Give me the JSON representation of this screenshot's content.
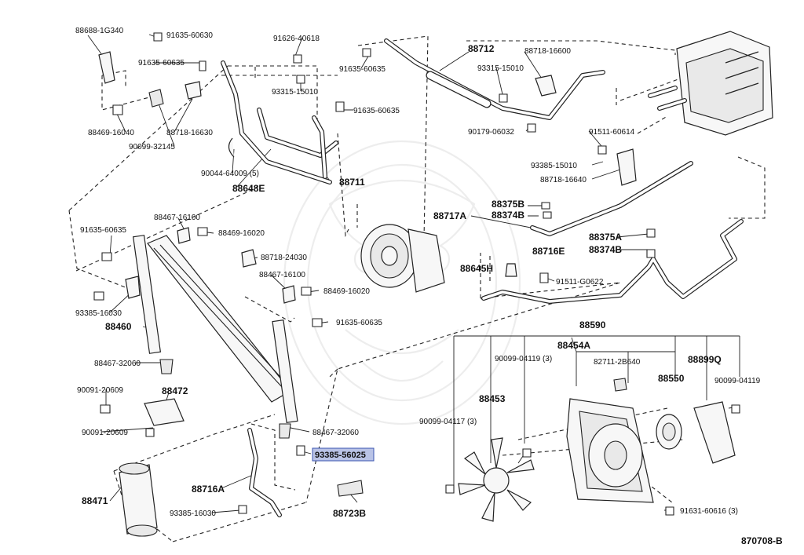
{
  "diagram": {
    "reference_code": "870708-B",
    "highlighted_part": "93385-56025",
    "labels": [
      {
        "id": "l-88688-1G340",
        "text": "88688-1G340",
        "size": "s"
      },
      {
        "id": "l-91635-60630",
        "text": "91635-60630",
        "size": "s"
      },
      {
        "id": "l-91626-40618",
        "text": "91626-40618",
        "size": "s"
      },
      {
        "id": "l-91635-60635-a",
        "text": "91635-60635",
        "size": "s"
      },
      {
        "id": "l-93315-15010-a",
        "text": "93315-15010",
        "size": "s"
      },
      {
        "id": "l-88469-16040",
        "text": "88469-16040",
        "size": "s"
      },
      {
        "id": "l-88718-16630",
        "text": "88718-16630",
        "size": "s"
      },
      {
        "id": "l-90099-32145",
        "text": "90099-32145",
        "size": "s"
      },
      {
        "id": "l-90044-64009",
        "text": "90044-64009 (5)",
        "size": "s"
      },
      {
        "id": "l-88648E",
        "text": "88648E",
        "size": "b"
      },
      {
        "id": "l-88711",
        "text": "88711",
        "size": "b"
      },
      {
        "id": "l-91635-60635-b",
        "text": "91635-60635",
        "size": "s"
      },
      {
        "id": "l-91635-60635-c",
        "text": "91635-60635",
        "size": "s"
      },
      {
        "id": "l-88712",
        "text": "88712",
        "size": "b"
      },
      {
        "id": "l-88718-16600",
        "text": "88718-16600",
        "size": "s"
      },
      {
        "id": "l-93315-15010-b",
        "text": "93315-15010",
        "size": "s"
      },
      {
        "id": "l-90179-06032",
        "text": "90179-06032",
        "size": "s"
      },
      {
        "id": "l-91511-60614",
        "text": "91511-60614",
        "size": "s"
      },
      {
        "id": "l-93385-15010",
        "text": "93385-15010",
        "size": "s"
      },
      {
        "id": "l-88718-16640",
        "text": "88718-16640",
        "size": "s"
      },
      {
        "id": "l-88375B",
        "text": "88375B",
        "size": "b"
      },
      {
        "id": "l-88374B-a",
        "text": "88374B",
        "size": "b"
      },
      {
        "id": "l-88717A",
        "text": "88717A",
        "size": "b"
      },
      {
        "id": "l-88375A",
        "text": "88375A",
        "size": "b"
      },
      {
        "id": "l-88716E",
        "text": "88716E",
        "size": "b"
      },
      {
        "id": "l-88374B-b",
        "text": "88374B",
        "size": "b"
      },
      {
        "id": "l-88645H",
        "text": "88645H",
        "size": "b"
      },
      {
        "id": "l-91511-G0622",
        "text": "91511-G0622",
        "size": "s"
      },
      {
        "id": "l-91635-60635-d",
        "text": "91635-60635",
        "size": "s"
      },
      {
        "id": "l-88467-16100-a",
        "text": "88467-16100",
        "size": "s"
      },
      {
        "id": "l-88469-16020-a",
        "text": "88469-16020",
        "size": "s"
      },
      {
        "id": "l-88718-24030",
        "text": "88718-24030",
        "size": "s"
      },
      {
        "id": "l-88467-16100-b",
        "text": "88467-16100",
        "size": "s"
      },
      {
        "id": "l-88469-16020-b",
        "text": "88469-16020",
        "size": "s"
      },
      {
        "id": "l-93385-16030-a",
        "text": "93385-16030",
        "size": "s"
      },
      {
        "id": "l-88460",
        "text": "88460",
        "size": "b"
      },
      {
        "id": "l-91635-60635-e",
        "text": "91635-60635",
        "size": "s"
      },
      {
        "id": "l-88467-32060-a",
        "text": "88467-32060",
        "size": "s"
      },
      {
        "id": "l-90091-20609-a",
        "text": "90091-20609",
        "size": "s"
      },
      {
        "id": "l-88472",
        "text": "88472",
        "size": "b"
      },
      {
        "id": "l-90091-20609-b",
        "text": "90091-20609",
        "size": "s"
      },
      {
        "id": "l-88467-32060-b",
        "text": "88467-32060",
        "size": "s"
      },
      {
        "id": "l-93385-56025",
        "text": "93385-56025",
        "size": "h"
      },
      {
        "id": "l-88716A",
        "text": "88716A",
        "size": "b"
      },
      {
        "id": "l-88471",
        "text": "88471",
        "size": "b"
      },
      {
        "id": "l-93385-16030-b",
        "text": "93385-16030",
        "size": "s"
      },
      {
        "id": "l-88723B",
        "text": "88723B",
        "size": "b"
      },
      {
        "id": "l-88590",
        "text": "88590",
        "size": "b"
      },
      {
        "id": "l-88454A",
        "text": "88454A",
        "size": "b"
      },
      {
        "id": "l-90099-04119-a",
        "text": "90099-04119 (3)",
        "size": "s"
      },
      {
        "id": "l-82711-2B640",
        "text": "82711-2B640",
        "size": "s"
      },
      {
        "id": "l-88899Q",
        "text": "88899Q",
        "size": "b"
      },
      {
        "id": "l-88550",
        "text": "88550",
        "size": "b"
      },
      {
        "id": "l-90099-04119-b",
        "text": "90099-04119",
        "size": "s"
      },
      {
        "id": "l-88453",
        "text": "88453",
        "size": "b"
      },
      {
        "id": "l-90099-04117",
        "text": "90099-04117 (3)",
        "size": "s"
      },
      {
        "id": "l-91631-60616",
        "text": "91631-60616 (3)",
        "size": "s"
      }
    ]
  }
}
